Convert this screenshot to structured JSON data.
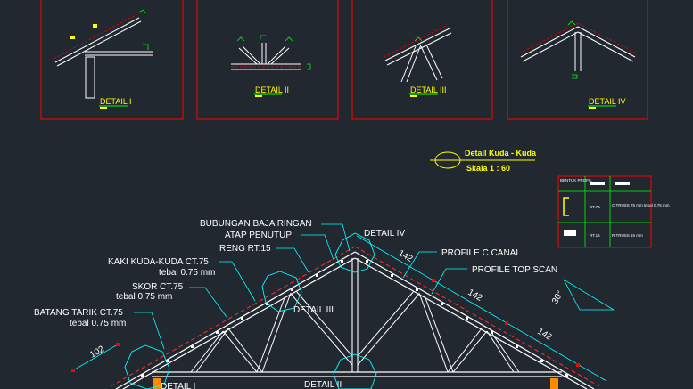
{
  "details": [
    {
      "label": "DETAIL I"
    },
    {
      "label": "DETAIL II"
    },
    {
      "label": "DETAIL III"
    },
    {
      "label": "DETAIL IV"
    }
  ],
  "title": {
    "main": "Detail Kuda - Kuda",
    "scale": "Skala 1 : 60"
  },
  "legend": {
    "header": "BENTUK PROFIL",
    "rows": [
      {
        "code": "CT.75",
        "desc": "C.TRUSS 75 mm tebal 0,75 mm"
      },
      {
        "code": "RT.15",
        "desc": "R.TRUSS 15 mm"
      }
    ]
  },
  "annotations": {
    "bubungan": "BUBUNGAN BAJA RINGAN",
    "atap": "ATAP PENUTUP",
    "reng": "RENG RT.15",
    "kaki": "KAKI KUDA-KUDA CT.75",
    "kaki_tebal": "tebal 0.75 mm",
    "skor": "SKOR CT.75",
    "skor_tebal": "tebal 0.75 mm",
    "batang": "BATANG TARIK CT.75",
    "batang_tebal": "tebal 0.75 mm",
    "profile_c": "PROFILE C CANAL",
    "profile_top": "PROFILE TOP SCAN"
  },
  "bubbles": {
    "d1": "DETAIL I",
    "d2": "DETAIL II",
    "d3": "DETAIL III",
    "d4": "DETAIL IV"
  },
  "dimensions": {
    "d102": "102",
    "d142a": "142",
    "d142b": "142",
    "d142c": "142",
    "angle": "30°"
  },
  "colors": {
    "background": "#212830",
    "frame": "#ff0000",
    "leader": "#00ffff",
    "member": "#ffffff",
    "label": "#ffff00",
    "accent": "#00ff00"
  }
}
